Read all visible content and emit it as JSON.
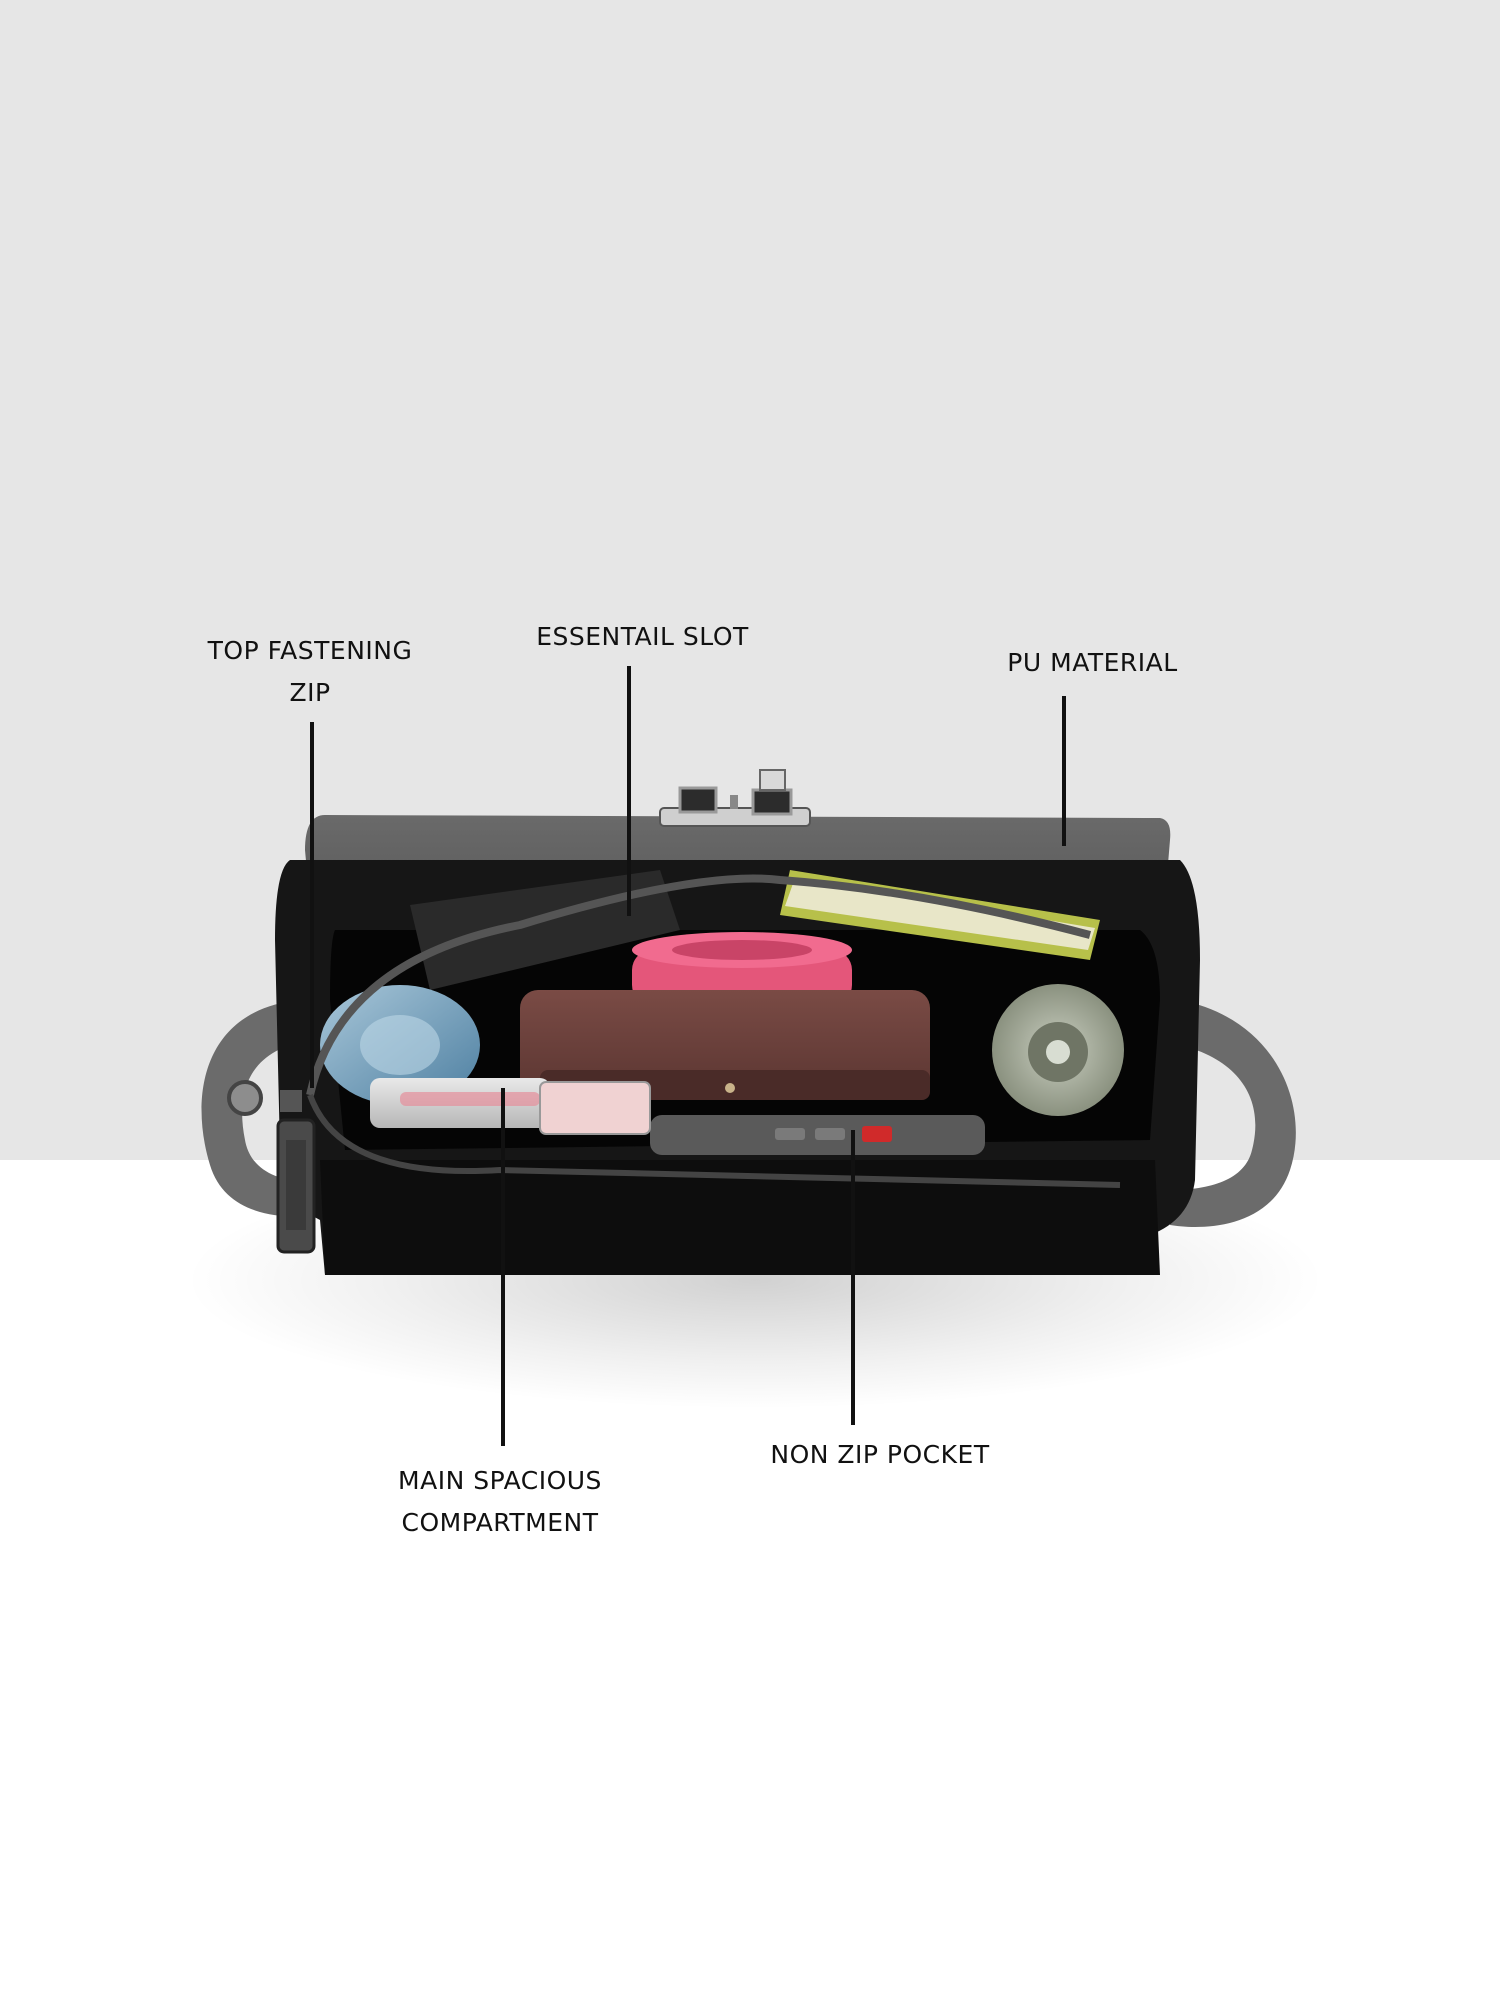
{
  "colors": {
    "background_top": "#e6e6e6",
    "background_bottom": "#ffffff",
    "bag_body": "#1a1a1a",
    "bag_flap": "#5e5e5e",
    "strap": "#6b6b6b",
    "label_text": "#111111"
  },
  "callouts": {
    "top_fastening_zip": {
      "line1": "TOP FASTENING",
      "line2": "ZIP"
    },
    "essential_slot": {
      "text": "ESSENTAIL SLOT"
    },
    "pu_material": {
      "text": "PU MATERIAL"
    },
    "main_compartment": {
      "line1": "MAIN SPACIOUS",
      "line2": "COMPARTMENT"
    },
    "non_zip_pocket": {
      "text": "NON ZIP POCKET"
    }
  },
  "contents": [
    "wallet",
    "pink-tape",
    "notebook",
    "lip-gloss",
    "compact-mirror",
    "bottle",
    "phone",
    "card-holder"
  ]
}
